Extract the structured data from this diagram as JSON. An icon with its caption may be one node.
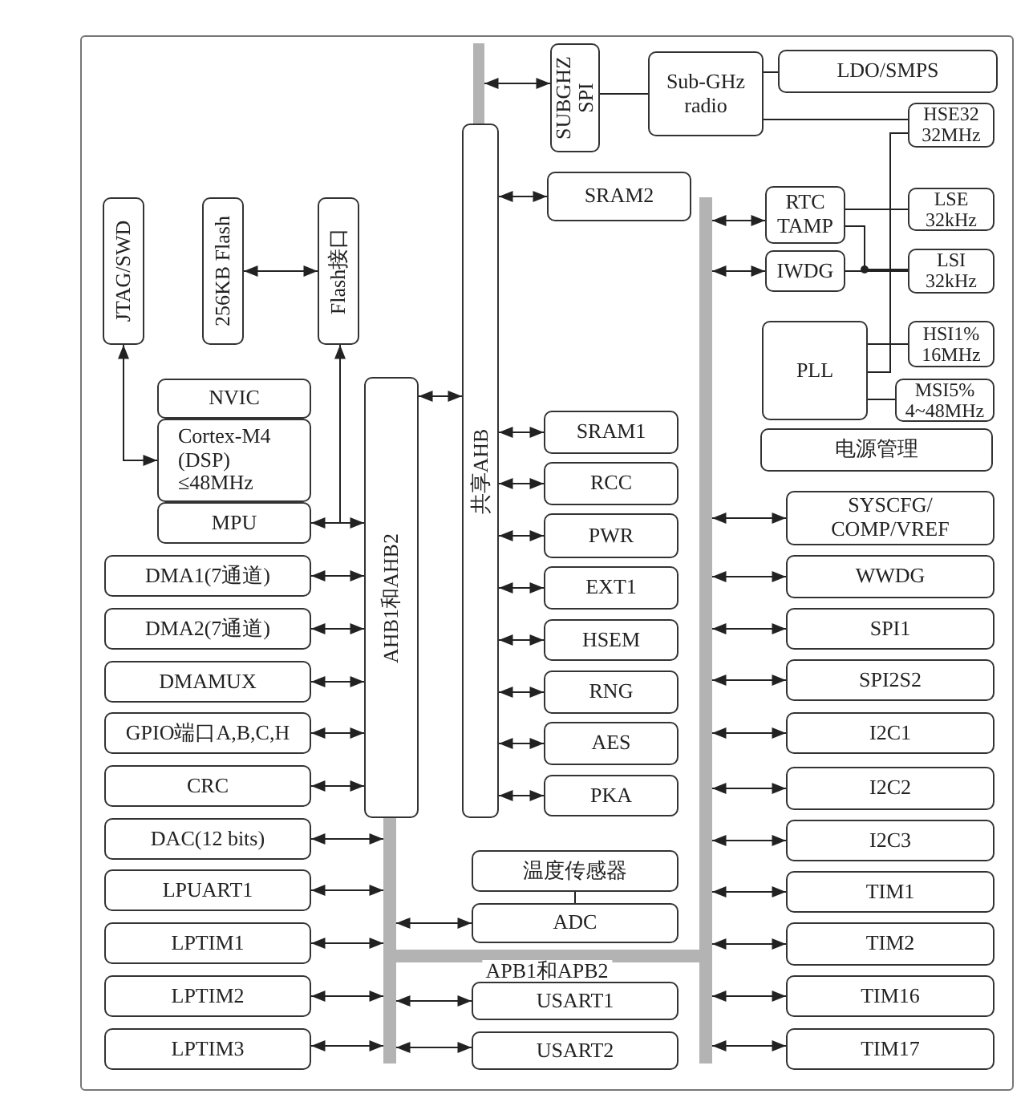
{
  "diagram": {
    "nodes": [
      {
        "text": [
          "JTAG/SWD"
        ]
      },
      {
        "text": [
          "256KB Flash"
        ]
      },
      {
        "text": [
          "Flash接口"
        ]
      },
      {
        "text": [
          "NVIC"
        ]
      },
      {
        "text": [
          "Cortex-M4 (DSP) ≤48MHz"
        ]
      },
      {
        "text": [
          "MPU"
        ]
      },
      {
        "text": [
          "DMA1(7通道)"
        ]
      },
      {
        "text": [
          "DMA2(7通道)"
        ]
      },
      {
        "text": [
          "DMAMUX"
        ]
      },
      {
        "text": [
          "GPIO端口A,B,C,H"
        ]
      },
      {
        "text": [
          "CRC"
        ]
      },
      {
        "text": [
          "DAC(12 bits)"
        ]
      },
      {
        "text": [
          "LPUART1"
        ]
      },
      {
        "text": [
          "LPTIM1"
        ]
      },
      {
        "text": [
          "LPTIM2"
        ]
      },
      {
        "text": [
          "LPTIM3"
        ]
      },
      {
        "text": [
          "AHB1和AHB2"
        ]
      },
      {
        "text": [],
        "shape": "bar"
      },
      {
        "text": [],
        "shape": "bar"
      },
      {
        "text": [
          "共享AHB"
        ]
      },
      {
        "text": [
          "SRAM1"
        ]
      },
      {
        "text": [
          "RCC"
        ]
      },
      {
        "text": [
          "PWR"
        ]
      },
      {
        "text": [
          "EXT1"
        ]
      },
      {
        "text": [
          "HSEM"
        ]
      },
      {
        "text": [
          "RNG"
        ]
      },
      {
        "text": [
          "AES"
        ]
      },
      {
        "text": [
          "PKA"
        ]
      },
      {
        "text": [
          "温度传感器"
        ]
      },
      {
        "text": [
          "ADC"
        ]
      },
      {
        "text": [
          "USART1"
        ]
      },
      {
        "text": [
          "USART2"
        ]
      },
      {
        "text": [
          "SUBGHZ SPI"
        ]
      },
      {
        "text": [
          "Sub-GHz radio"
        ]
      },
      {
        "text": [
          "LDO/SMPS"
        ]
      },
      {
        "text": [
          "HSE32 32MHz"
        ]
      },
      {
        "text": [
          "SRAM2"
        ]
      },
      {
        "text": [
          "RTC TAMP"
        ]
      },
      {
        "text": [
          "LSE 32kHz"
        ]
      },
      {
        "text": [
          "IWDG"
        ]
      },
      {
        "text": [
          "LSI 32kHz"
        ]
      },
      {
        "text": [
          "PLL"
        ]
      },
      {
        "text": [
          "HSI1% 16MHz"
        ]
      },
      {
        "text": [
          "MSI5% 4~48MHz"
        ]
      },
      {
        "text": [
          "电源管理"
        ]
      },
      {
        "text": [],
        "shape": "bar"
      },
      {
        "text": [
          "SYSCFG/ COMP/VREF"
        ]
      },
      {
        "text": [
          "WWDG"
        ]
      },
      {
        "text": [
          "SPI1"
        ]
      },
      {
        "text": [
          "SPI2S2"
        ]
      },
      {
        "text": [
          "I2C1"
        ]
      },
      {
        "text": [
          "I2C2"
        ]
      },
      {
        "text": [
          "I2C3"
        ]
      },
      {
        "text": [
          "TIM1"
        ]
      },
      {
        "text": [
          "TIM2"
        ]
      },
      {
        "text": [
          "TIM16"
        ]
      },
      {
        "text": [
          "TIM17"
        ]
      }
    ],
    "edges": [
      {
        "from": 4,
        "to": 0,
        "arrow": "both"
      },
      {
        "from": 1,
        "to": 2,
        "arrow": "both"
      },
      {
        "from": 16,
        "to": 2,
        "arrow": "to"
      },
      {
        "from": 5,
        "to": 16,
        "arrow": "both"
      },
      {
        "from": 6,
        "to": 16,
        "arrow": "both"
      },
      {
        "from": 7,
        "to": 16,
        "arrow": "both"
      },
      {
        "from": 8,
        "to": 16,
        "arrow": "both"
      },
      {
        "from": 9,
        "to": 16,
        "arrow": "both"
      },
      {
        "from": 10,
        "to": 16,
        "arrow": "both"
      },
      {
        "from": 11,
        "to": 17,
        "arrow": "both"
      },
      {
        "from": 12,
        "to": 17,
        "arrow": "both"
      },
      {
        "from": 13,
        "to": 17,
        "arrow": "both"
      },
      {
        "from": 14,
        "to": 17,
        "arrow": "both"
      },
      {
        "from": 15,
        "to": 17,
        "arrow": "both"
      },
      {
        "from": 16,
        "to": 19,
        "arrow": "both"
      },
      {
        "from": 19,
        "to": 20,
        "arrow": "both"
      },
      {
        "from": 19,
        "to": 21,
        "arrow": "both"
      },
      {
        "from": 19,
        "to": 22,
        "arrow": "both"
      },
      {
        "from": 19,
        "to": 23,
        "arrow": "both"
      },
      {
        "from": 19,
        "to": 24,
        "arrow": "both"
      },
      {
        "from": 19,
        "to": 25,
        "arrow": "both"
      },
      {
        "from": 19,
        "to": 26,
        "arrow": "both"
      },
      {
        "from": 19,
        "to": 27,
        "arrow": "both"
      },
      {
        "from": 28,
        "to": 29,
        "arrow": "none"
      },
      {
        "from": 17,
        "to": 29,
        "arrow": "both"
      },
      {
        "from": 17,
        "to": 30,
        "arrow": "both"
      },
      {
        "from": 17,
        "to": 31,
        "arrow": "both"
      },
      {
        "from": 17,
        "to": 45,
        "arrow": "none",
        "label": "APB1和APB2",
        "style": "thick",
        "color": "#b3b3b3"
      },
      {
        "from": 18,
        "to": 32,
        "arrow": "both"
      },
      {
        "from": 32,
        "to": 33,
        "arrow": "none"
      },
      {
        "from": 33,
        "to": 34,
        "arrow": "none"
      },
      {
        "from": 33,
        "to": 35,
        "arrow": "none"
      },
      {
        "from": 19,
        "to": 36,
        "arrow": "both"
      },
      {
        "from": 45,
        "to": 37,
        "arrow": "both"
      },
      {
        "from": 45,
        "to": 39,
        "arrow": "both"
      },
      {
        "from": 37,
        "to": 38,
        "arrow": "none"
      },
      {
        "from": 37,
        "to": 40,
        "arrow": "none"
      },
      {
        "from": 39,
        "to": 40,
        "arrow": "none"
      },
      {
        "from": 35,
        "to": 41,
        "arrow": "none"
      },
      {
        "from": 41,
        "to": 42,
        "arrow": "none"
      },
      {
        "from": 41,
        "to": 43,
        "arrow": "none"
      },
      {
        "from": 45,
        "to": 46,
        "arrow": "both"
      },
      {
        "from": 45,
        "to": 47,
        "arrow": "both"
      },
      {
        "from": 45,
        "to": 48,
        "arrow": "both"
      },
      {
        "from": 45,
        "to": 49,
        "arrow": "both"
      },
      {
        "from": 45,
        "to": 50,
        "arrow": "both"
      },
      {
        "from": 45,
        "to": 51,
        "arrow": "both"
      },
      {
        "from": 45,
        "to": 52,
        "arrow": "both"
      },
      {
        "from": 45,
        "to": 53,
        "arrow": "both"
      },
      {
        "from": 45,
        "to": 54,
        "arrow": "both"
      },
      {
        "from": 45,
        "to": 55,
        "arrow": "both"
      },
      {
        "from": 45,
        "to": 56,
        "arrow": "both"
      }
    ]
  }
}
